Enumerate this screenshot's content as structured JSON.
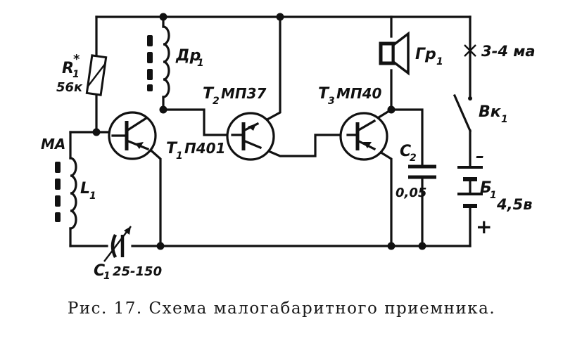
{
  "labels": {
    "r1_ref": "R",
    "r1_sub": "1",
    "r1_star": "*",
    "r1_value": "56к",
    "dr1_ref": "Др",
    "dr1_sub": "1",
    "ma": "МА",
    "l1_ref": "L",
    "l1_sub": "1",
    "t1_ref": "Т",
    "t1_sub": "1",
    "t1_type": "П401",
    "t2_ref": "Т",
    "t2_sub": "2",
    "t2_type": "МП37",
    "t3_ref": "Т",
    "t3_sub": "3",
    "t3_type": "МП40",
    "c1_ref": "C",
    "c1_sub": "1",
    "c1_value": "25-150",
    "c2_ref": "C",
    "c2_sub": "2",
    "c2_value": "0,05",
    "gr1_ref": "Гр",
    "gr1_sub": "1",
    "current": "3-4 ма",
    "sw_ref": "Вк",
    "sw_sub": "1",
    "bat_ref": "Б",
    "bat_sub": "1",
    "bat_value": "4,5в",
    "minus": "–",
    "plus": "+"
  },
  "caption": "Рис. 17. Схема малогабаритного приемника."
}
